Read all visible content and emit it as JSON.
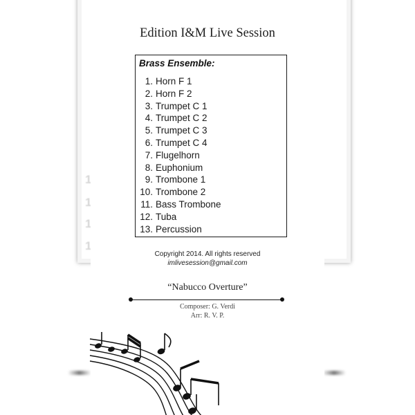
{
  "header": {
    "title": "Edition I&M Live Session"
  },
  "ensemble": {
    "heading": "Brass Ensemble:",
    "items": [
      {
        "num": "1.",
        "name": "Horn F 1"
      },
      {
        "num": "2.",
        "name": "Horn F 2"
      },
      {
        "num": "3.",
        "name": "Trumpet C 1"
      },
      {
        "num": "4.",
        "name": "Trumpet C 2"
      },
      {
        "num": "5.",
        "name": "Trumpet C 3"
      },
      {
        "num": "6.",
        "name": "Trumpet C 4"
      },
      {
        "num": "7.",
        "name": "Flugelhorn"
      },
      {
        "num": "8.",
        "name": "Euphonium"
      },
      {
        "num": "9.",
        "name": "Trombone 1"
      },
      {
        "num": "10.",
        "name": "Trombone 2"
      },
      {
        "num": "11.",
        "name": "Bass Trombone"
      },
      {
        "num": "12.",
        "name": "Tuba"
      },
      {
        "num": "13.",
        "name": "Percussion"
      }
    ]
  },
  "footer": {
    "copyright": "Copyright 2014. All rights reserved",
    "email": "imlivesession@gmail.com"
  },
  "piece": {
    "title": "“Nabucco Overture”",
    "composer": "Composer: G. Verdi",
    "arranger": "Arr: R. V. P."
  },
  "background": {
    "ghost_digits": [
      "1",
      "1",
      "1",
      "1"
    ]
  },
  "decoration": {
    "icon": "music-staff-notes-icon"
  }
}
